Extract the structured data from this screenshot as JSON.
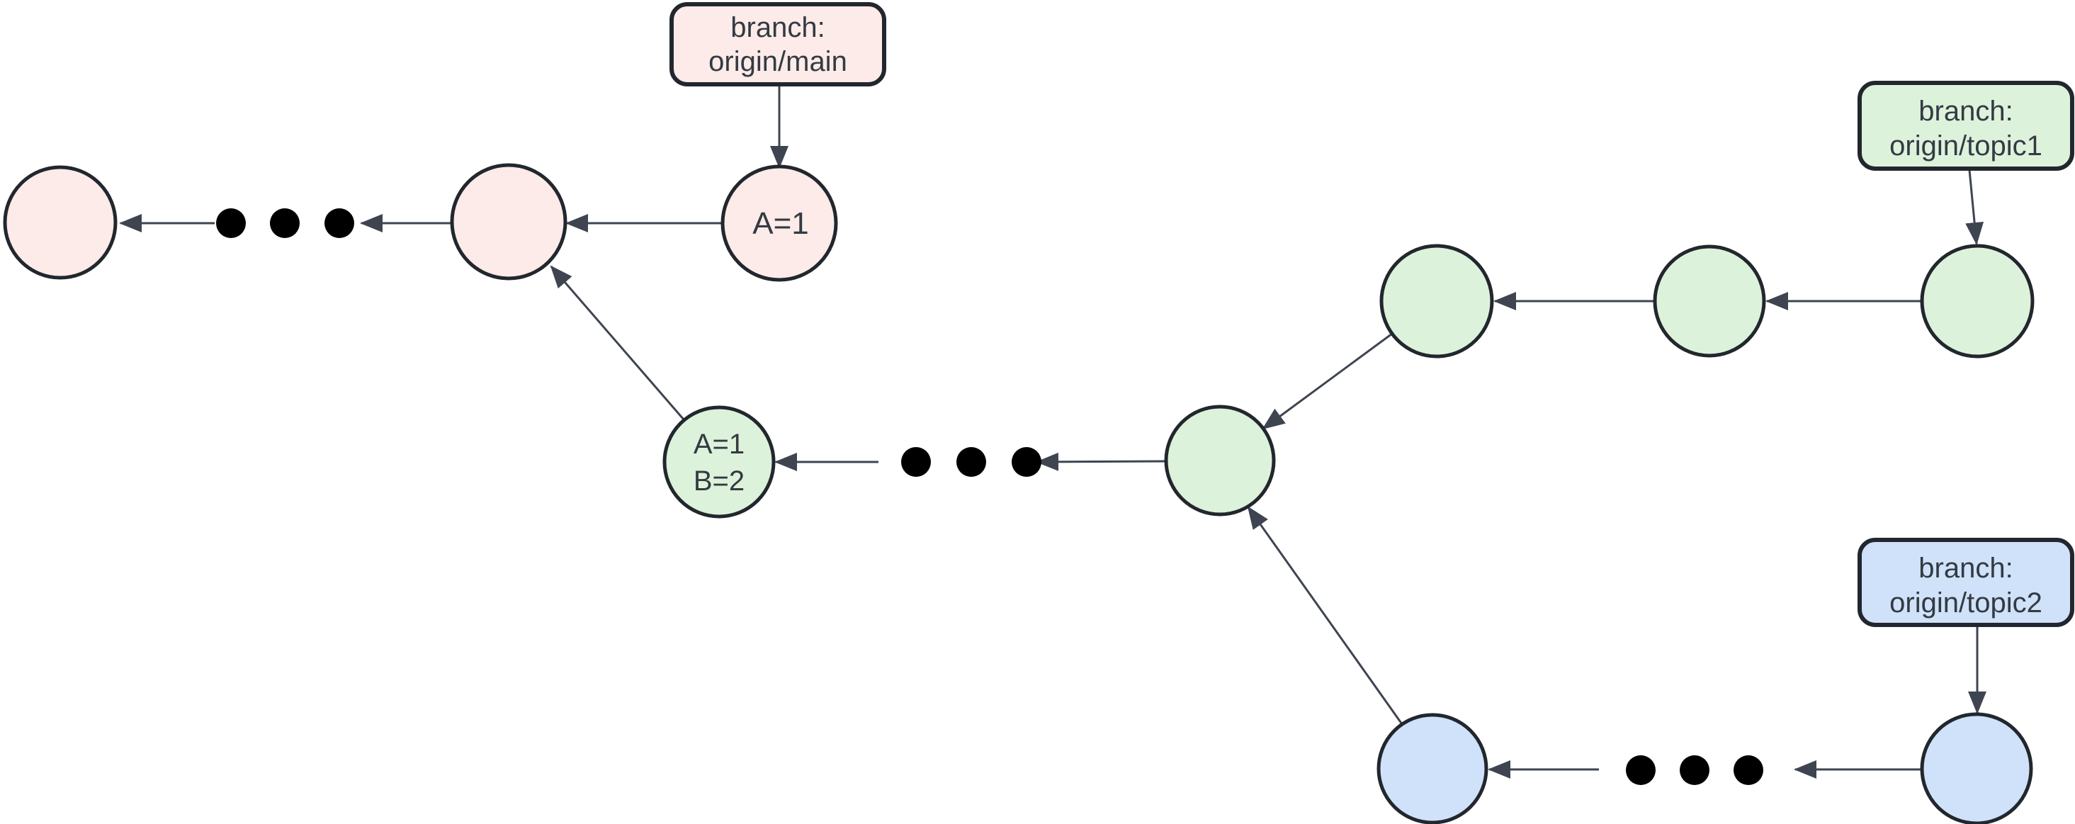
{
  "diagram": {
    "kind": "git-commit-branch-graph",
    "background_color": "#ffffff",
    "edge_color": "#3e4551",
    "node_stroke_color": "#22272e",
    "text_color": "#343a43",
    "ellipsis_dot_color": "#000000",
    "branches": {
      "main": {
        "label_line1": "branch:",
        "label_line2": "origin/main",
        "fill": "#fcebe8"
      },
      "topic1": {
        "label_line1": "branch:",
        "label_line2": "origin/topic1",
        "fill": "#ddf2db"
      },
      "topic2": {
        "label_line1": "branch:",
        "label_line2": "origin/topic2",
        "fill": "#cfe2f9"
      }
    },
    "commits": {
      "main_head_label": "A=1",
      "merge_base_label_line1": "A=1",
      "merge_base_label_line2": "B=2"
    }
  }
}
